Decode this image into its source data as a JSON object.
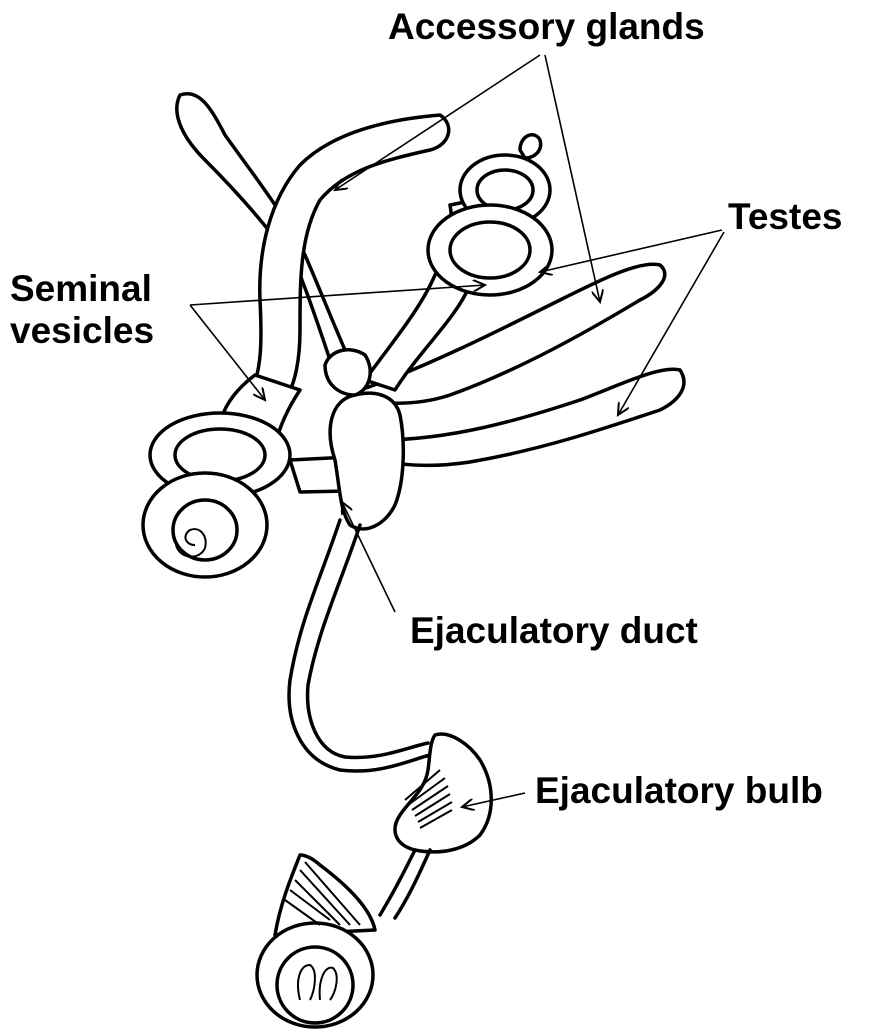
{
  "labels": {
    "accessory_glands": "Accessory glands",
    "testes": "Testes",
    "seminal_vesicles_line1": "Seminal",
    "seminal_vesicles_line2": "vesicles",
    "ejaculatory_duct": "Ejaculatory duct",
    "ejaculatory_bulb": "Ejaculatory bulb"
  },
  "colors": {
    "ink": "#000000",
    "background": "#ffffff"
  }
}
